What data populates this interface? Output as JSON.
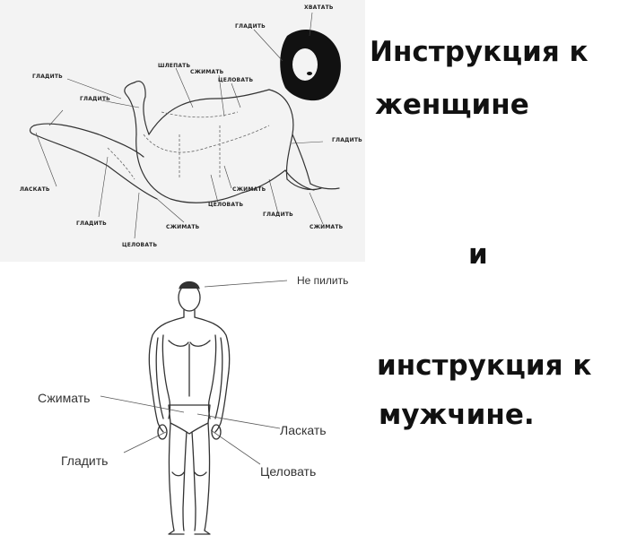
{
  "title_women_line1": "Инструкция к",
  "title_women_line2": "женщине",
  "conjunction": "и",
  "title_men_line1": "инструкция к",
  "title_men_line2": "мужчине.",
  "woman_labels": {
    "hvatat": "ХВАТАТЬ",
    "gladit_hair": "ГЛАДИТЬ",
    "shlepat": "ШЛЕПАТЬ",
    "szhimat_back": "СЖИМАТЬ",
    "celovat_back": "ЦЕЛОВАТЬ",
    "gladit_foot": "ГЛАДИТЬ",
    "gladit_calf": "ГЛАДИТЬ",
    "gladit_arm": "ГЛАДИТЬ",
    "laskat": "ЛАСКАТЬ",
    "szhimat_chest": "СЖИМАТЬ",
    "celovat_belly": "ЦЕЛОВАТЬ",
    "gladit_belly": "ГЛАДИТЬ",
    "szhimat_hand": "СЖИМАТЬ",
    "gladit_knee": "ГЛАДИТЬ",
    "szhimat_knee": "СЖИМАТЬ",
    "celovat_knee": "ЦЕЛОВАТЬ"
  },
  "man_labels": {
    "ne_pilit": "Не пилить",
    "szhimat": "Сжимать",
    "laskat": "Ласкать",
    "gladit": "Гладить",
    "celovat": "Целовать"
  }
}
